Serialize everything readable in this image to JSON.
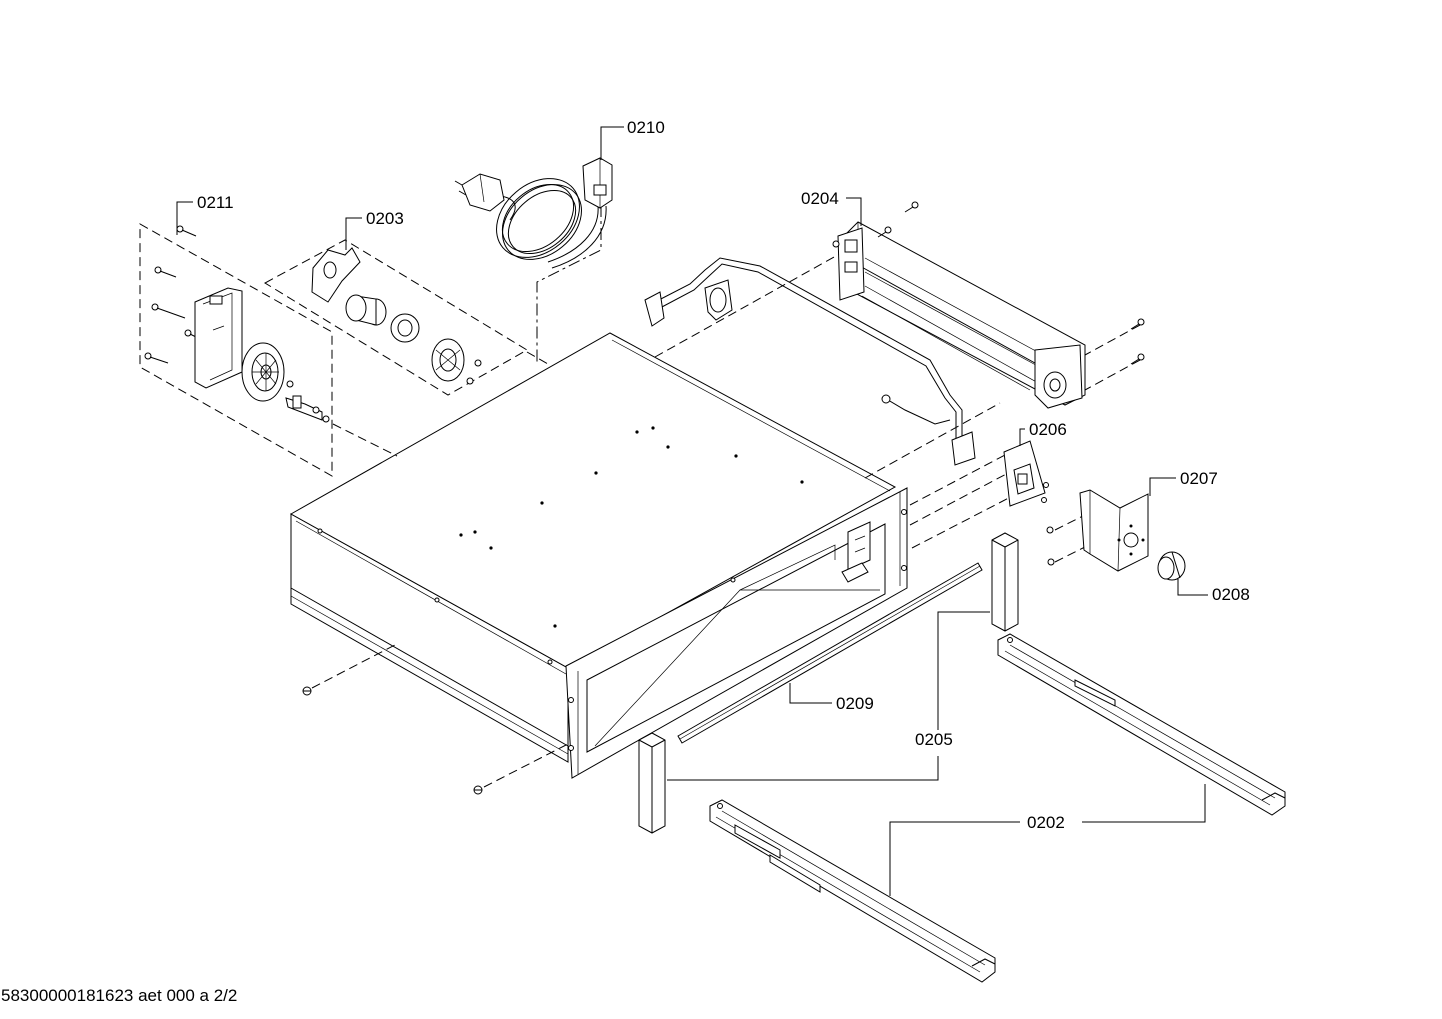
{
  "callouts": {
    "c0210": "0210",
    "c0211": "0211",
    "c0203": "0203",
    "c0204": "0204",
    "c0206": "0206",
    "c0207": "0207",
    "c0208": "0208",
    "c0209": "0209",
    "c0205": "0205",
    "c0202": "0202"
  },
  "footer": {
    "document_id": "58300000181623 aet 000 a 2/2"
  }
}
